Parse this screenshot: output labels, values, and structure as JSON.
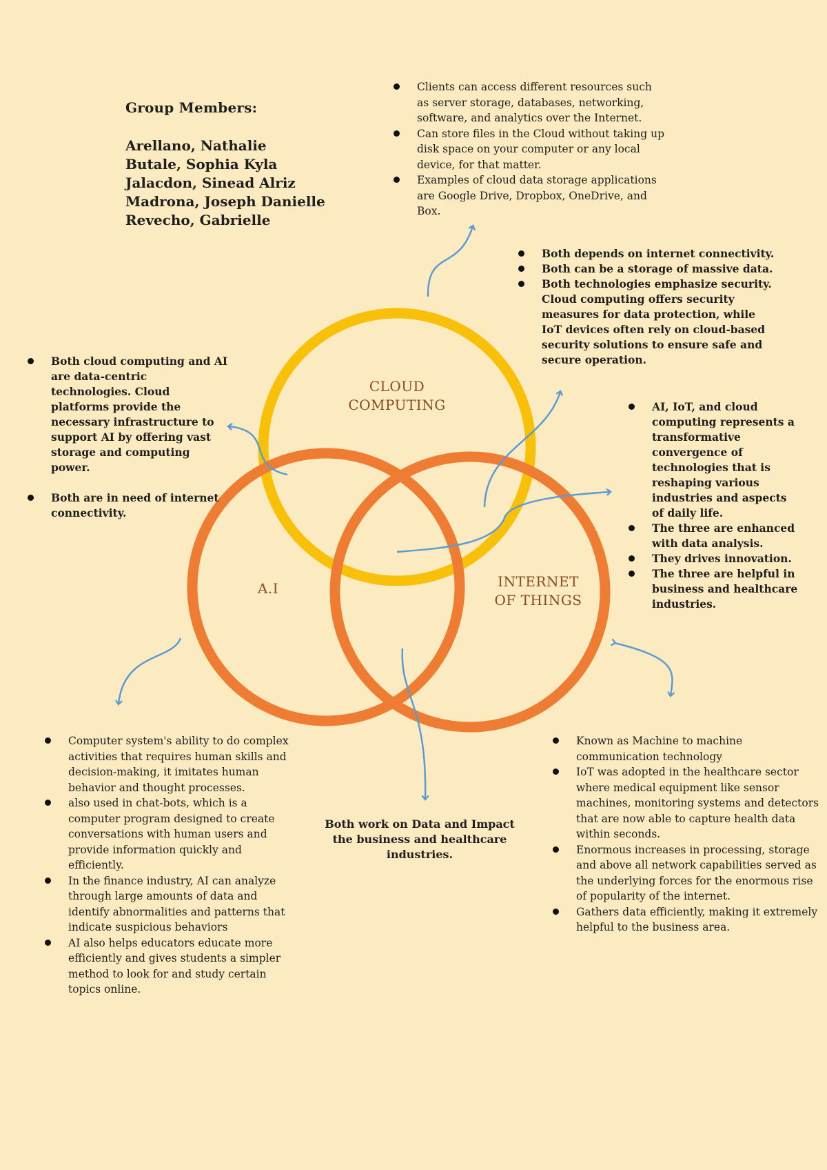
{
  "group": {
    "heading": "Group Members:",
    "members": [
      "Arellano, Nathalie",
      "Butale, Sophia Kyla",
      "Jalacdon, Sinead Alriz",
      "Madrona, Joseph Danielle",
      "Revecho, Gabrielle"
    ]
  },
  "circles": {
    "cloud": {
      "label_line1": "CLOUD",
      "label_line2": "COMPUTING",
      "color": "#f8c009"
    },
    "ai": {
      "label": "A.I",
      "color": "#ee7d33"
    },
    "iot": {
      "label_line1": "INTERNET",
      "label_line2": "OF THINGS",
      "color": "#ee7d33"
    },
    "label_color": "#8a4b22",
    "arrow_color": "#5b9bd5"
  },
  "cloud_notes": [
    "Clients can access different resources such as server storage, databases, networking, software, and analytics over the Internet.",
    "Can store files in the Cloud without taking up disk space on your computer or any local device, for that matter.",
    "Examples of cloud data storage applications are Google Drive, Dropbox, OneDrive, and Box."
  ],
  "cloud_iot_notes": [
    "Both depends on internet connectivity.",
    "Both can be a storage of massive data.",
    "Both technologies emphasize security. Cloud computing offers security measures for data protection, while IoT devices often rely on cloud-based security solutions to ensure safe and secure operation."
  ],
  "cloud_ai_notes": [
    "Both cloud computing and AI are data-centric technologies. Cloud platforms provide the necessary infrastructure to support AI by offering vast storage and computing power.",
    "Both are in need of internet connectivity."
  ],
  "all_three_notes": [
    "AI, IoT, and cloud computing represents a transformative convergence of technologies that is reshaping various industries and aspects of daily life.",
    "The three are enhanced with data analysis.",
    "They drives innovation.",
    "The three are helpful in business and healthcare industries."
  ],
  "ai_notes": [
    "Computer system's ability to do complex activities that requires human skills and decision-making, it imitates human behavior and thought processes.",
    "also used in chat-bots, which is a computer program designed to create conversations with human users and provide information quickly and efficiently.",
    "In the finance industry, AI can analyze through large amounts of data and identify abnormalities and patterns that indicate suspicious behaviors",
    "AI also helps educators educate more efficiently and gives students a simpler method to look for and study certain topics online."
  ],
  "ai_iot_note": "Both work on Data and Impact the business and healthcare industries.",
  "iot_notes": [
    "Known as Machine to machine communication technology",
    "IoT was adopted in the healthcare sector where medical equipment like sensor machines, monitoring systems and detectors that are now able to capture health data within seconds.",
    "Enormous increases in processing, storage and above all network capabilities served as the underlying forces for the enormous rise of popularity of the internet.",
    "Gathers data efficiently, making it extremely helpful to the business area."
  ]
}
